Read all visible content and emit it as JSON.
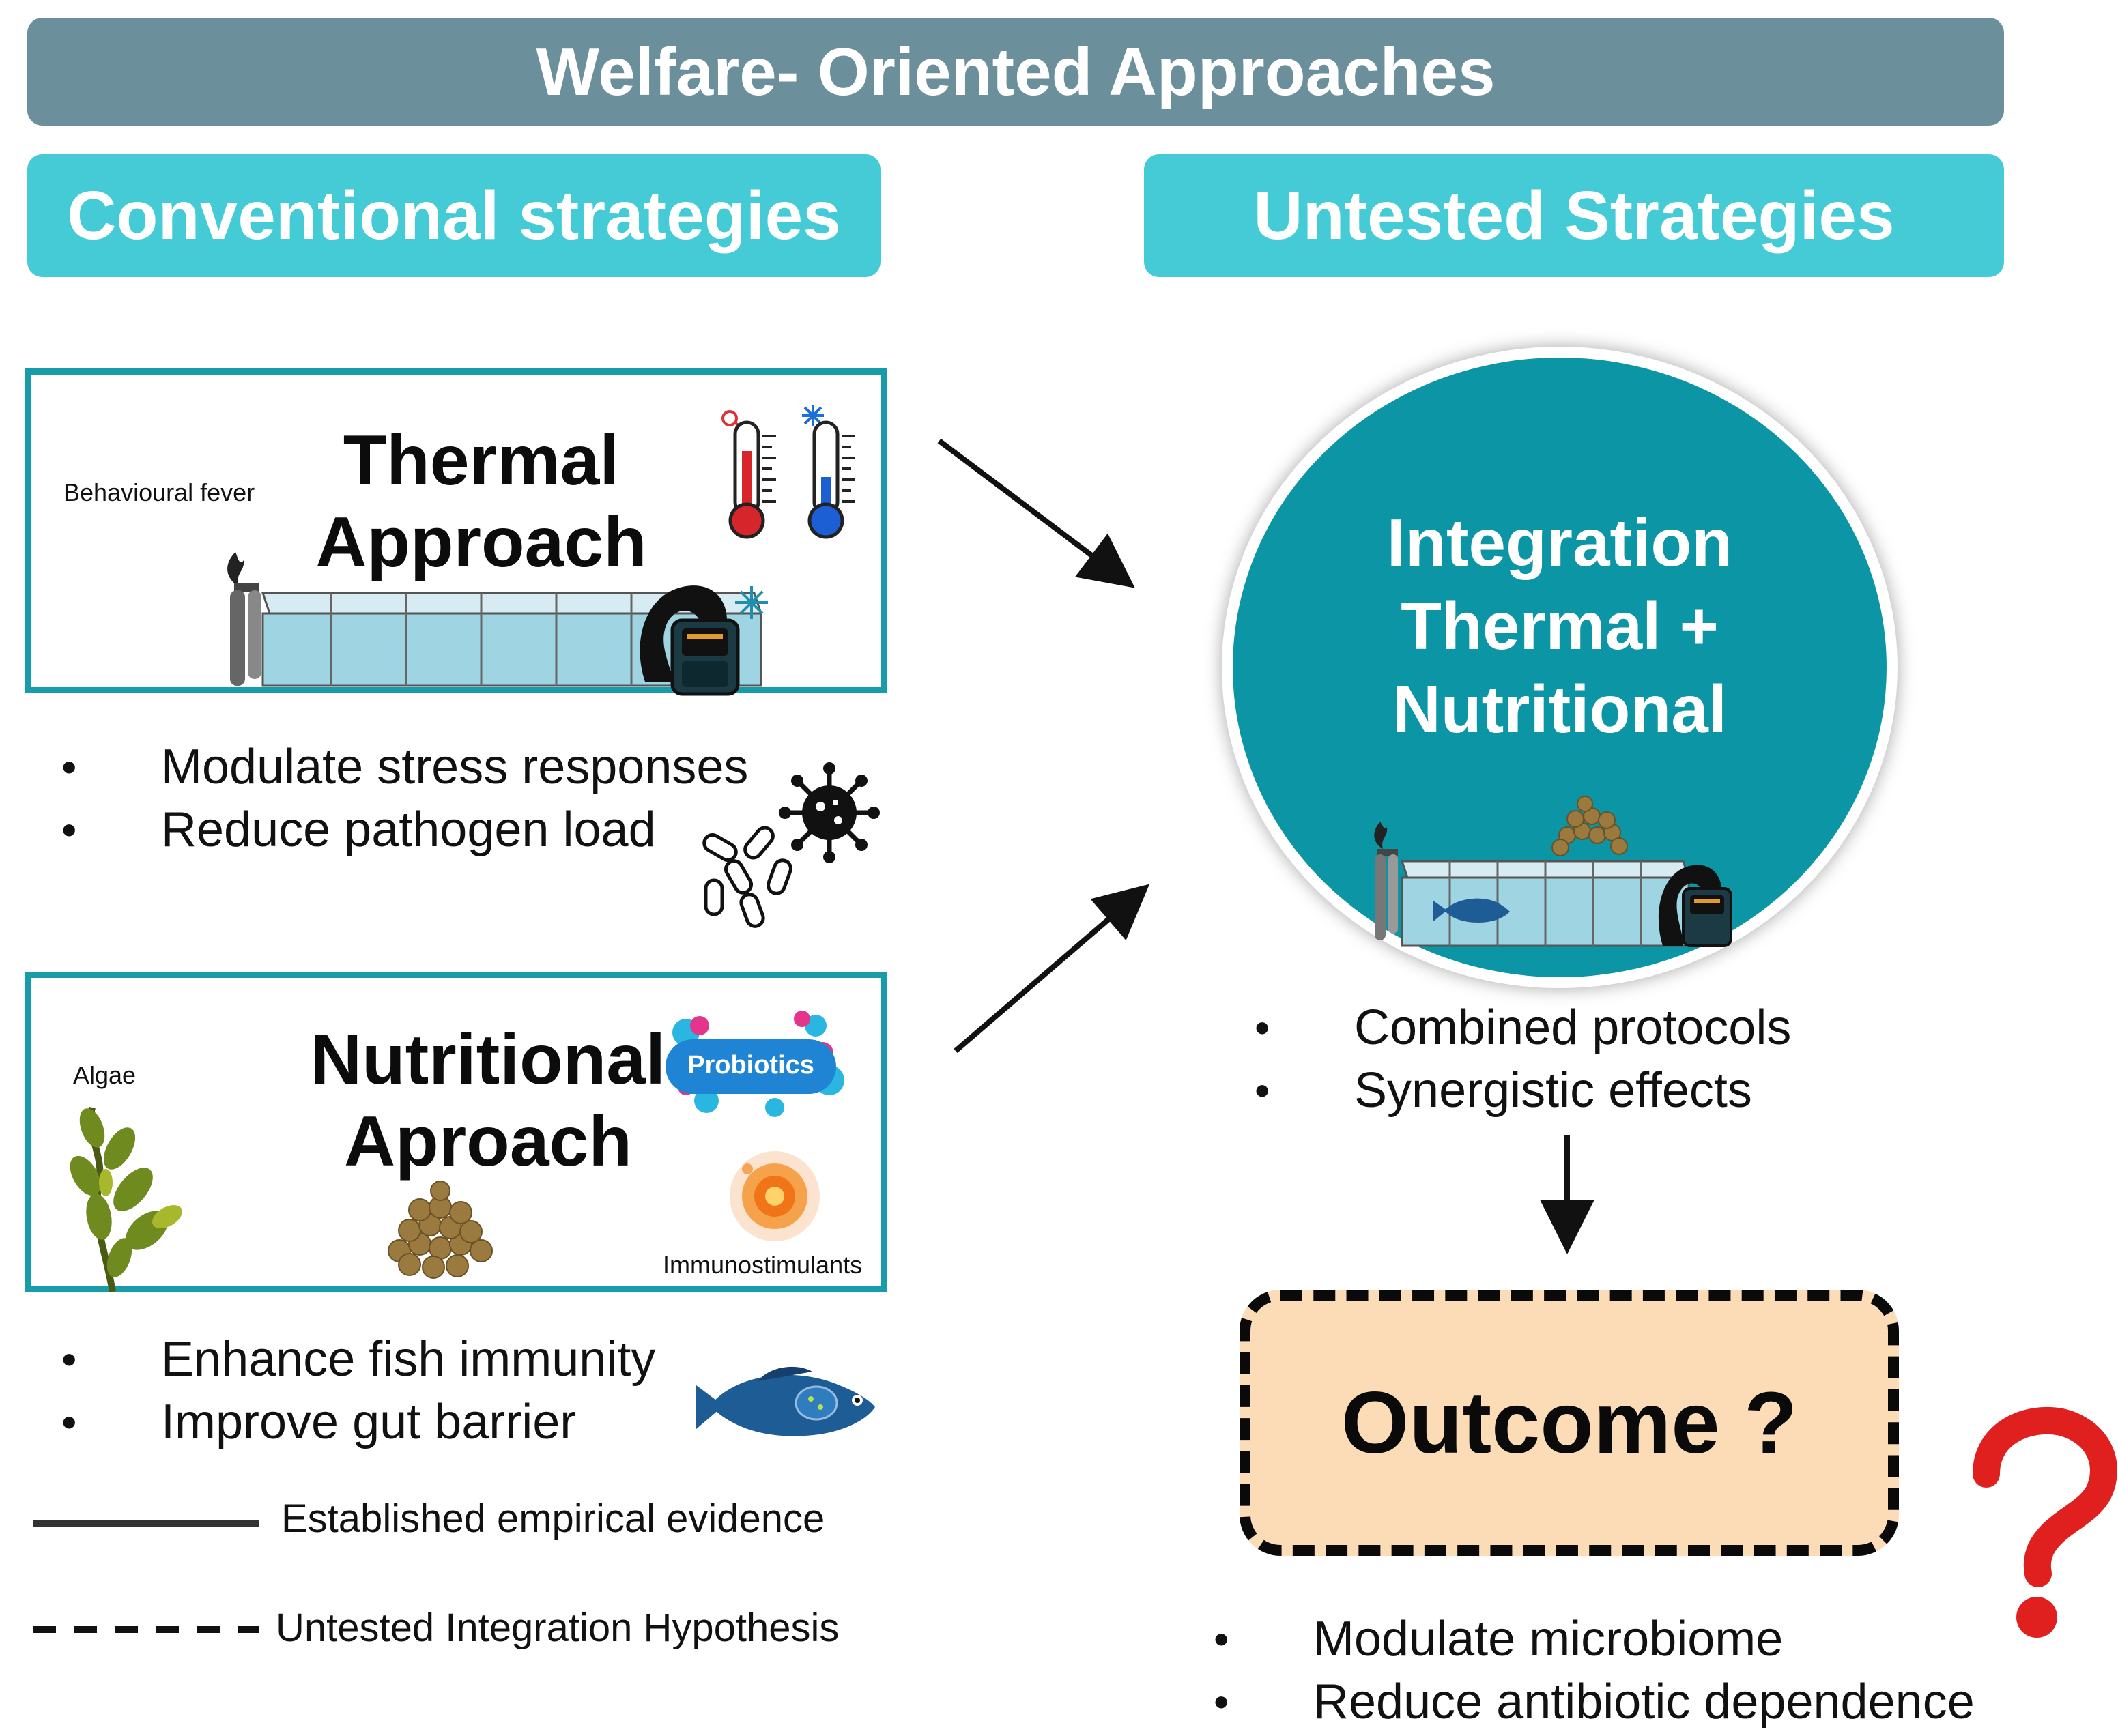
{
  "banner": {
    "title": "Welfare- Oriented Approaches"
  },
  "headers": {
    "conventional": "Conventional strategies",
    "untested": "Untested Strategies"
  },
  "thermal": {
    "title": "Thermal\nApproach",
    "side_label": "Behavioural fever",
    "bullets": [
      "Modulate stress responses",
      "Reduce pathogen load"
    ]
  },
  "nutritional": {
    "title": "Nutritional\nAproach",
    "algae_label": "Algae",
    "probiotics_label": "Probiotics",
    "immuno_label": "Immunostimulants",
    "bullets": [
      "Enhance fish immunity",
      "Improve gut barrier"
    ]
  },
  "integration": {
    "title": "Integration\nThermal +\nNutritional",
    "bullets": [
      "Combined protocols",
      "Synergistic effects"
    ]
  },
  "outcome": {
    "label": "Outcome ?",
    "bullets": [
      "Modulate microbiome",
      "Reduce antibiotic dependence"
    ]
  },
  "legend": {
    "solid": "Established empirical evidence",
    "dashed": "Untested Integration Hypothesis"
  },
  "colors": {
    "banner": "#6b8f9b",
    "header": "#45cbd6",
    "panel_border": "#199ca9",
    "circle": "#0c95a5",
    "outcome_fill": "#fbdcb6",
    "question_mark": "#e0201f"
  },
  "icons": [
    "thermometer-hot-icon",
    "thermometer-cold-icon",
    "heater-icon",
    "chiller-icon",
    "aquarium-tank-icon",
    "virus-icon",
    "bacteria-icon",
    "algae-icon",
    "feed-pellets-icon",
    "probiotics-icon",
    "immunostimulant-icon",
    "fish-icon",
    "question-mark-icon"
  ]
}
